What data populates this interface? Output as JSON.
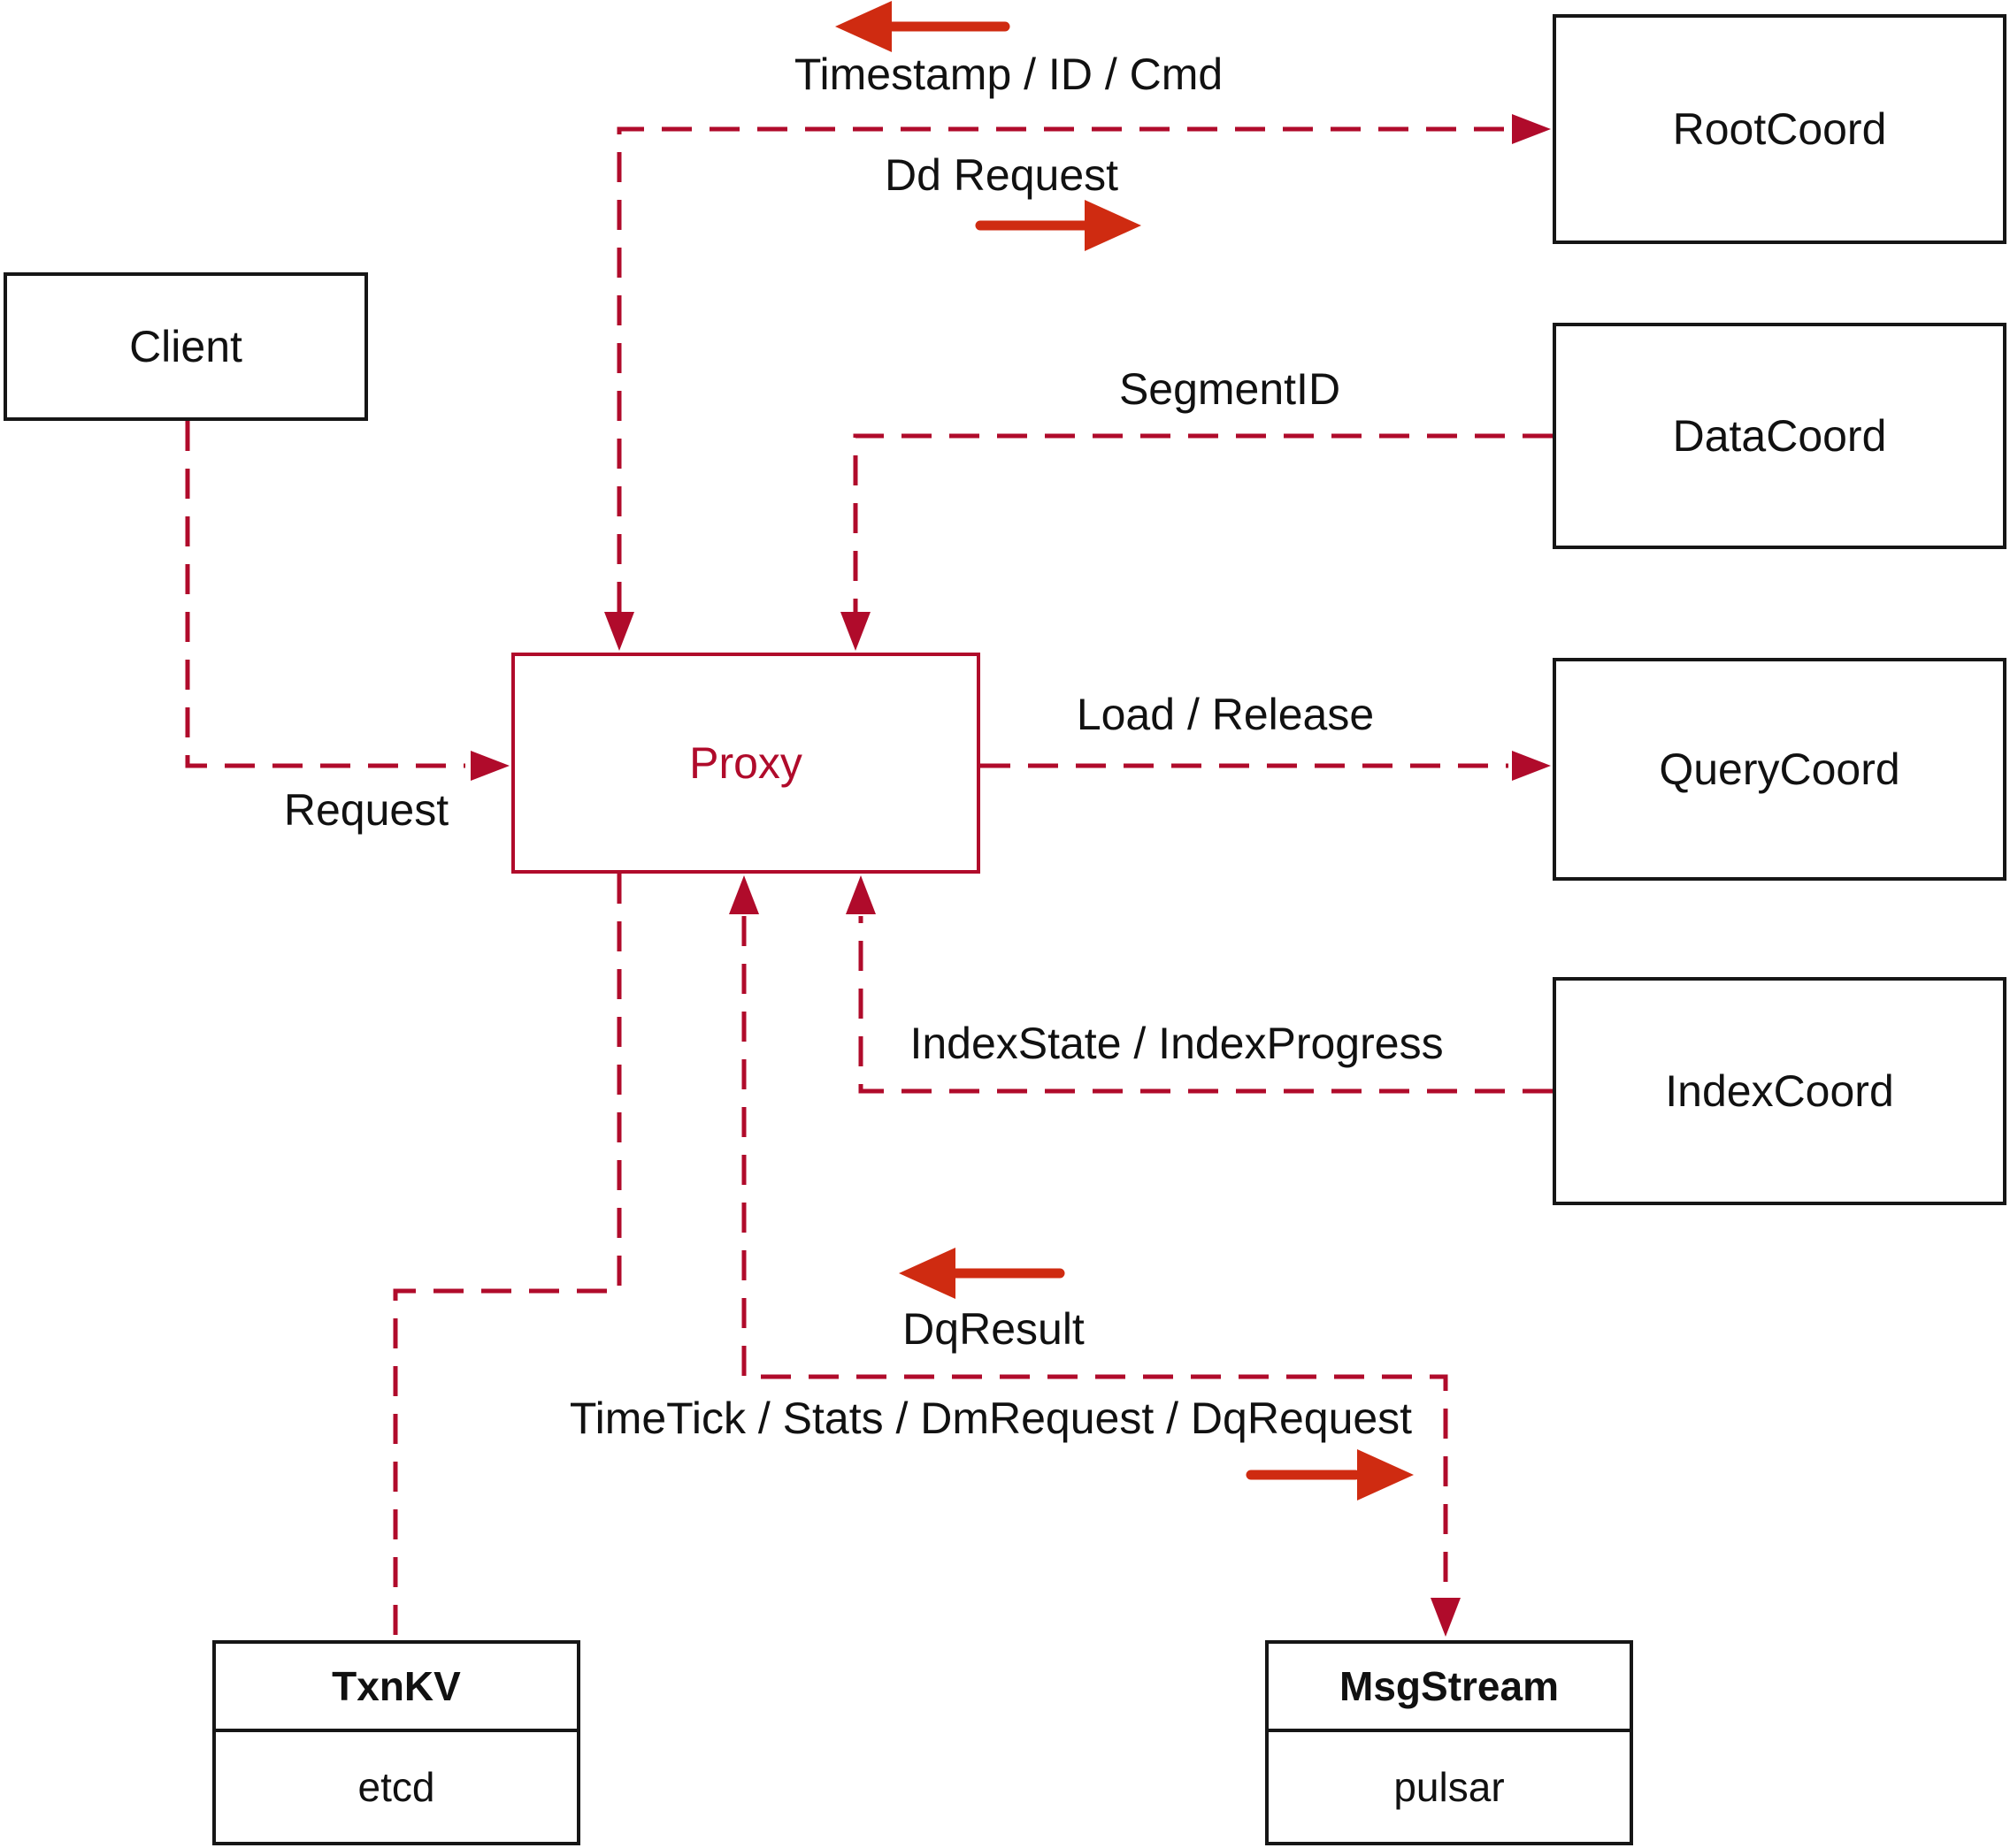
{
  "diagram": {
    "colors": {
      "line_red": "#b00b2b",
      "arrow_red": "#cf2b11",
      "box_border": "#161616",
      "text": "#111111"
    },
    "nodes": {
      "client": {
        "label": "Client"
      },
      "proxy": {
        "label": "Proxy"
      },
      "rootcoord": {
        "label": "RootCoord"
      },
      "datacoord": {
        "label": "DataCoord"
      },
      "querycoord": {
        "label": "QueryCoord"
      },
      "indexcoord": {
        "label": "IndexCoord"
      },
      "txnkv": {
        "title": "TxnKV",
        "subtitle": "etcd"
      },
      "msgstream": {
        "title": "MsgStream",
        "subtitle": "pulsar"
      }
    },
    "edge_labels": {
      "timestamp": "Timestamp / ID / Cmd",
      "dd_request": "Dd Request",
      "segment_id": "SegmentID",
      "load_release": "Load / Release",
      "request": "Request",
      "index_state": "IndexState / IndexProgress",
      "dq_result": "DqResult",
      "timetick": "TimeTick / Stats / DmRequest / DqRequest"
    }
  }
}
